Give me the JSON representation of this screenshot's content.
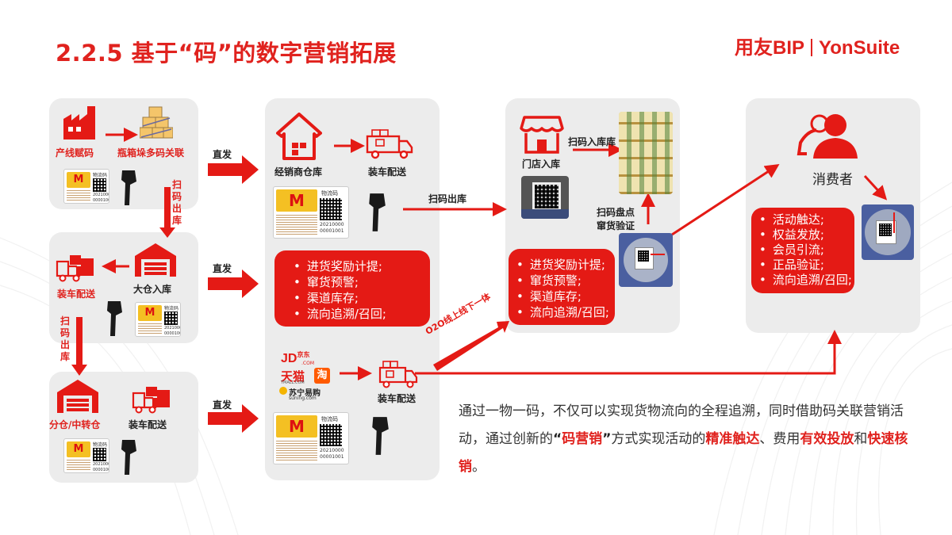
{
  "header": {
    "title": "2.2.5 基于“码”的数字营销拓展",
    "brand_left": "用友BIP",
    "brand_right": "YonSuite"
  },
  "labels": {
    "production": "产线赋码",
    "box_link": "瓶箱垛多码关联",
    "direct1": "直发",
    "direct2": "直发",
    "direct3": "直发",
    "scan_out_v1": "扫码出库",
    "scan_out_v2": "扫码出库",
    "big_warehouse": "大仓入库",
    "truck1": "装车配送",
    "sub_warehouse": "分仓/中转仓",
    "truck2": "装车配送",
    "dealer_warehouse": "经销商仓库",
    "truck3": "装车配送",
    "scan_out_h": "扫码出库",
    "truck4": "装车配送",
    "store_in": "门店入库",
    "scan_in": "扫码入库库",
    "check_line1": "扫码盘点",
    "check_line2": "窜货验证",
    "o2o": "O2O线上线下一体",
    "consumer": "消费者",
    "tag_title": "物流码",
    "tag_num1": "20210000",
    "tag_num2": "00001001",
    "jd": "JD",
    "jd_cn": "京东",
    "jd_com": ".COM",
    "tmall": "天猫",
    "tmall_en": "TMALL.COM",
    "taobao": "淘",
    "suning": "苏宁易购",
    "suning_en": "suning.com"
  },
  "boxes": {
    "dealer": [
      "进货奖励计提;",
      "窜货预警;",
      "渠道库存;",
      "流向追溯/召回;"
    ],
    "store": [
      "进货奖励计提;",
      "窜货预警;",
      "渠道库存;",
      "流向追溯/召回;"
    ],
    "consumer": [
      "活动触达;",
      "权益发放;",
      "会员引流;",
      "正品验证;",
      "流向追溯/召回;"
    ]
  },
  "desc": {
    "p1": "通过一物一码，不仅可以实现货物流向的全程追溯，同时借助码关联营销活动，通过创新的",
    "q_open": "“",
    "k1": "码营销",
    "q_close": "”",
    "p2": "方式实现活动的",
    "k2": "精准触达",
    "p3": "、费用",
    "k3": "有效投放",
    "p4": "和",
    "k4": "快速核销",
    "p5": "。"
  },
  "colors": {
    "accent": "#e0221e",
    "panel": "#ececec"
  }
}
